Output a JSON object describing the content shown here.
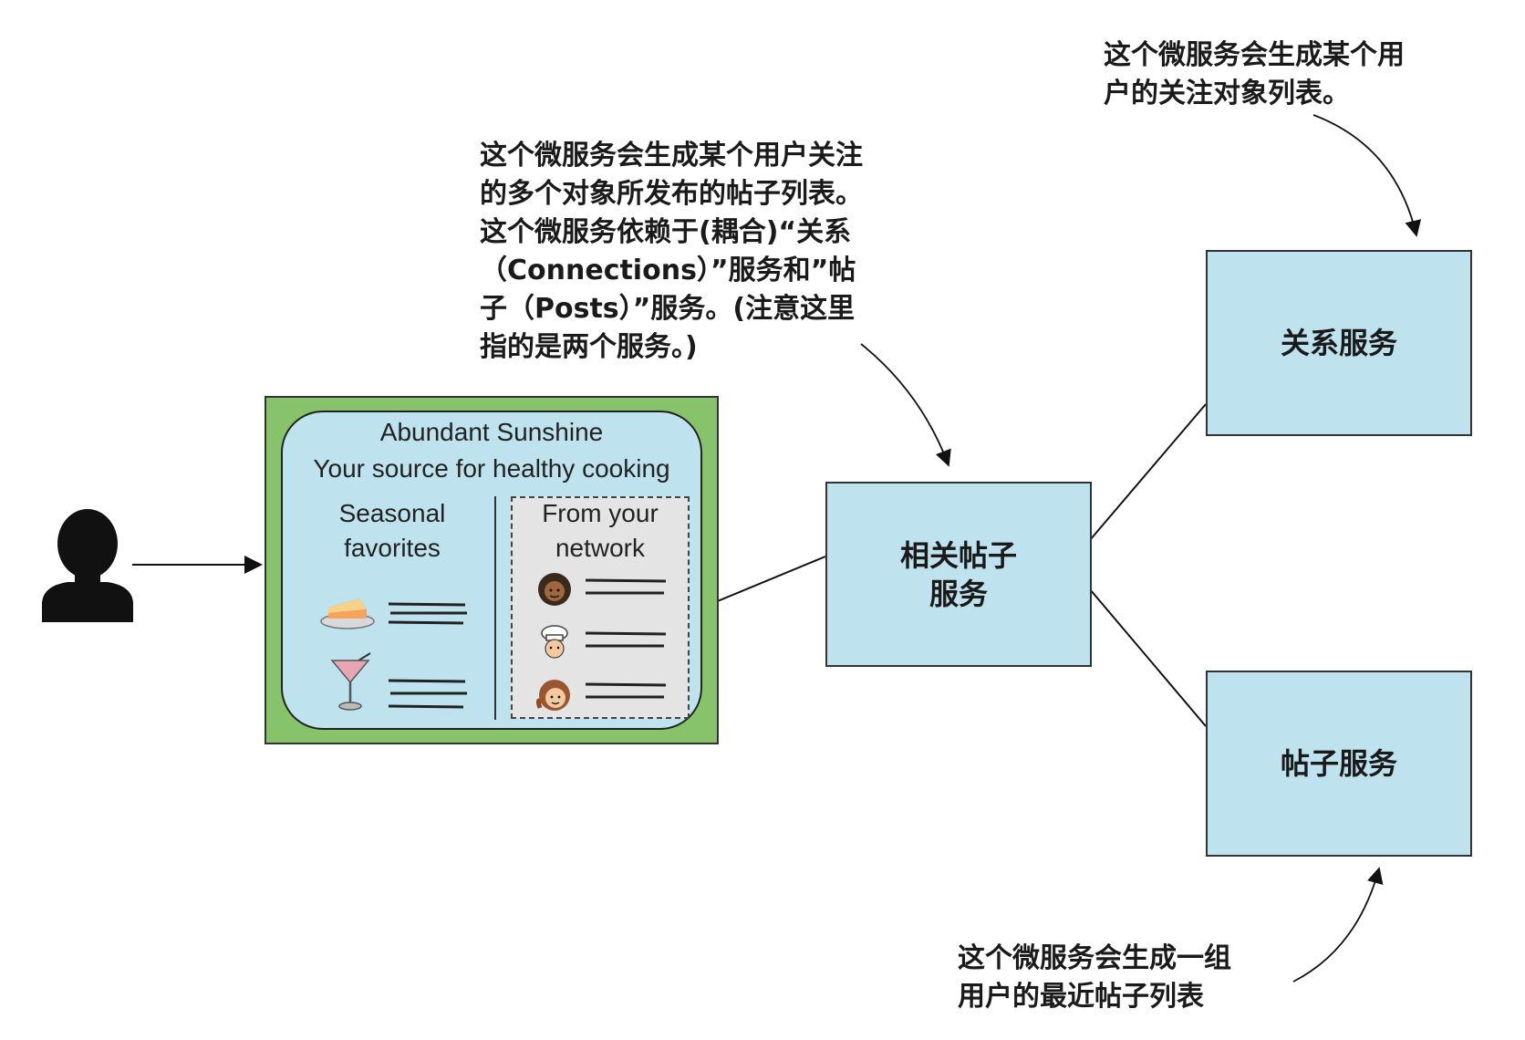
{
  "notes": {
    "connections_note": "这个微服务会生成某个用\n户的关注对象列表。",
    "mashup_note": "这个微服务会生成某个用户关注\n的多个对象所发布的帖子列表。\n这个微服务依赖于(耦合)“关系\n（Connections）”服务和”帖\n子（Posts）”服务。(注意这里\n指的是两个服务。)",
    "posts_note": "这个微服务会生成一组\n用户的最近帖子列表"
  },
  "services": {
    "mashup": "相关帖子\n服务",
    "connections": "关系服务",
    "posts": "帖子服务"
  },
  "app": {
    "title": "Abundant Sunshine",
    "subtitle": "Your source for healthy cooking",
    "left_column": "Seasonal\nfavorites",
    "right_column": "From your\nnetwork"
  },
  "icons": [
    "user-silhouette-icon",
    "cake-icon",
    "cocktail-icon",
    "curly-hair-person-icon",
    "chef-icon",
    "ponytail-person-icon"
  ],
  "colors": {
    "service_fill": "#bfe3ee",
    "app_frame": "#86c36a",
    "network_panel": "#e4e4e4"
  }
}
